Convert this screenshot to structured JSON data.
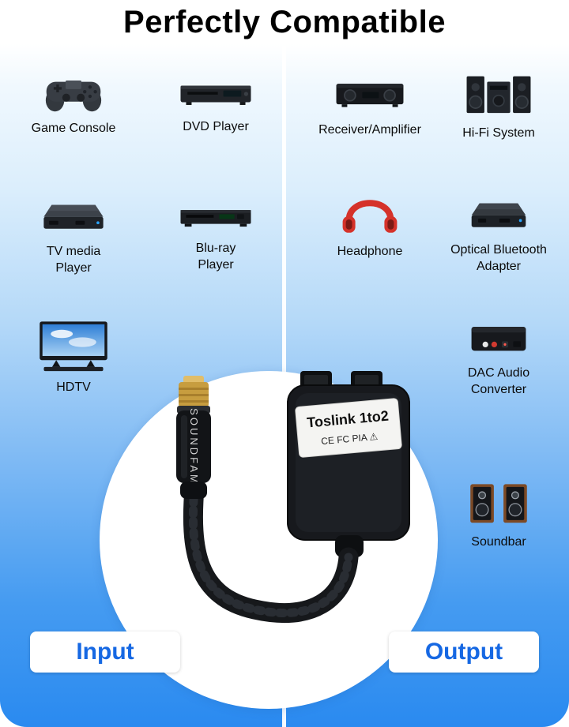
{
  "title": "Perfectly Compatible",
  "sections": {
    "input_label": "Input",
    "output_label": "Output"
  },
  "devices": {
    "left": [
      {
        "label": "Game Console"
      },
      {
        "label": "DVD Player"
      },
      {
        "label": "TV media\nPlayer"
      },
      {
        "label": "Blu-ray\nPlayer"
      },
      {
        "label": "HDTV"
      }
    ],
    "right": [
      {
        "label": "Receiver/Amplifier"
      },
      {
        "label": "Hi-Fi System"
      },
      {
        "label": "Headphone"
      },
      {
        "label": "Optical Bluetooth\nAdapter"
      },
      {
        "label": "DAC Audio\nConverter"
      },
      {
        "label": "Soundbar"
      }
    ]
  },
  "product": {
    "brand": "SOUNDFAM",
    "splitter_label": "Toslink 1to2",
    "cert_marks": "CE FC PIA ⚠"
  },
  "colors": {
    "accent_blue": "#1668e3",
    "background_bottom": "#2a8af0",
    "headphone_red": "#d5322a"
  }
}
